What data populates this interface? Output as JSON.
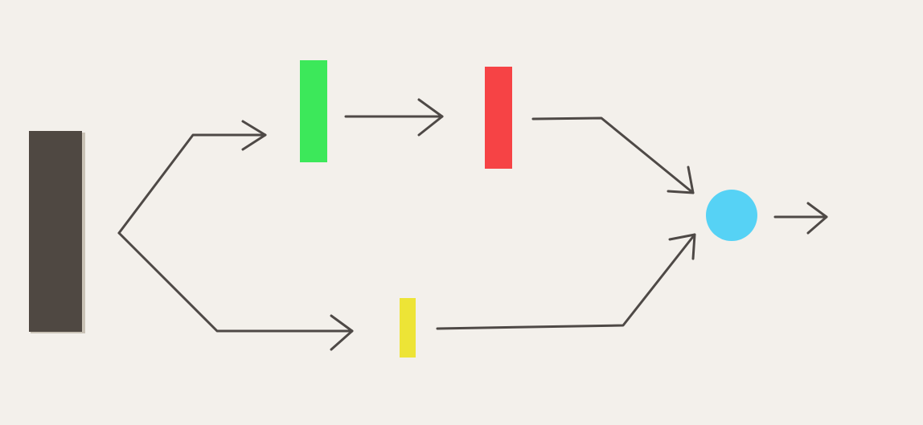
{
  "diagram": {
    "background_color": "#f3f0eb",
    "edge_color": "#4e4946",
    "nodes": [
      {
        "id": "source",
        "shape": "rect",
        "color": "#4f4842"
      },
      {
        "id": "green",
        "shape": "rect",
        "color": "#3ce85a"
      },
      {
        "id": "red",
        "shape": "rect",
        "color": "#f64345"
      },
      {
        "id": "yellow",
        "shape": "rect",
        "color": "#ede436"
      },
      {
        "id": "merge",
        "shape": "circle",
        "color": "#56d2f5"
      }
    ],
    "edges": [
      {
        "from": "source",
        "to": "green"
      },
      {
        "from": "green",
        "to": "red"
      },
      {
        "from": "red",
        "to": "merge"
      },
      {
        "from": "source",
        "to": "yellow"
      },
      {
        "from": "yellow",
        "to": "merge"
      },
      {
        "from": "merge",
        "to": "output"
      }
    ]
  }
}
